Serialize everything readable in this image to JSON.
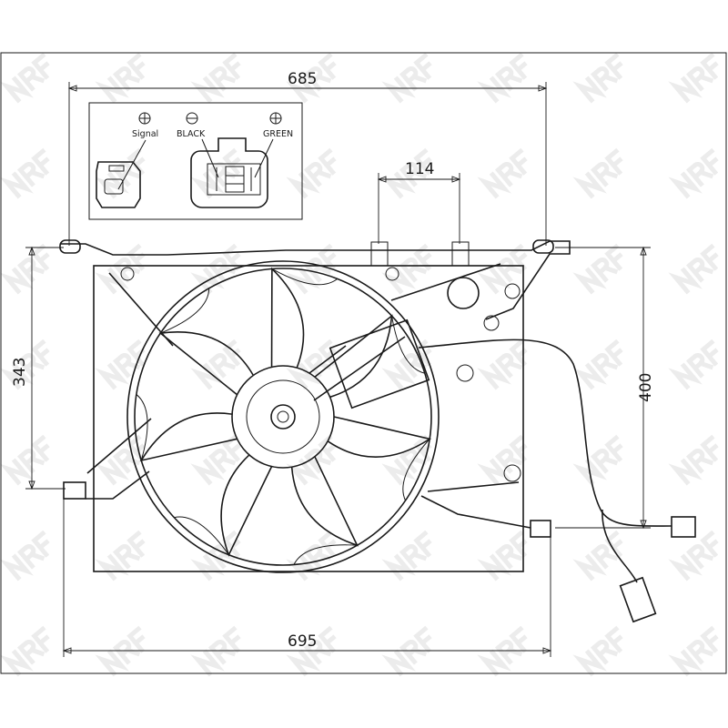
{
  "watermark": "NRF",
  "dimensions": {
    "width_top": "685",
    "bracket_spacing": "114",
    "height_left": "343",
    "height_right": "400",
    "width_bottom": "695"
  },
  "connector_panel": {
    "signal_label": "Signal",
    "black_label": "BLACK",
    "green_label": "GREEN",
    "signal_polarity": "+",
    "black_polarity": "−",
    "green_polarity": "+"
  },
  "colors": {
    "line": "#1a1a1a",
    "watermark": "#ececec"
  }
}
